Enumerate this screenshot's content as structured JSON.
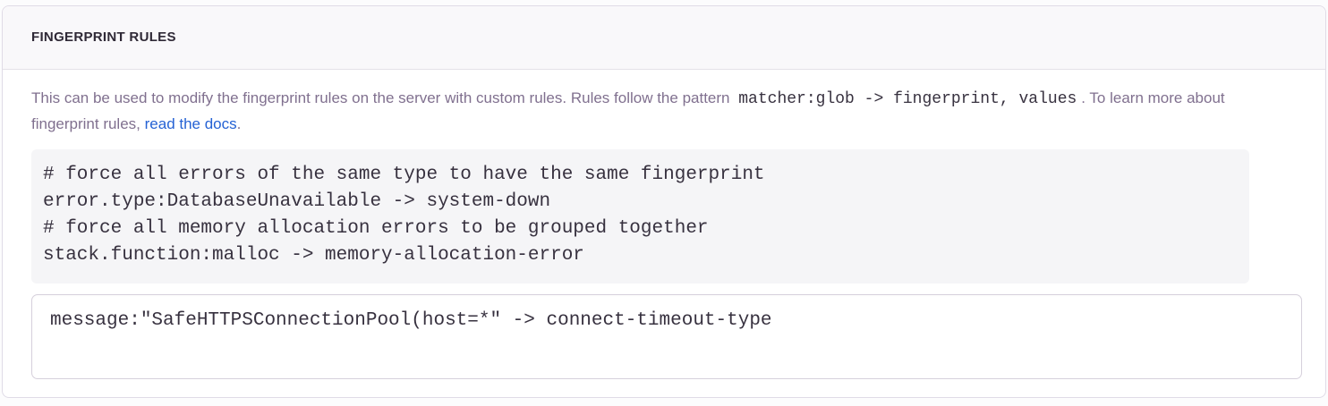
{
  "panel": {
    "title": "FINGERPRINT RULES",
    "description": {
      "text_before_code": "This can be used to modify the fingerprint rules on the server with custom rules. Rules follow the pattern",
      "inline_code": "matcher:glob -> fingerprint, values",
      "text_after_code": ". To learn more about fingerprint rules,",
      "link_text": "read the docs",
      "period": "."
    },
    "example_code": "# force all errors of the same type to have the same fingerprint\nerror.type:DatabaseUnavailable -> system-down\n# force all memory allocation errors to be grouped together\nstack.function:malloc -> memory-allocation-error",
    "rules_field": {
      "value": "message:\"SafeHTTPSConnectionPool(host=*\" -> connect-timeout-type"
    },
    "colors": {
      "link_blue": "#2562d4",
      "heading_text": "#2f2936",
      "body_text": "#80708f",
      "code_text": "#37313f",
      "code_background": "#f5f5f7",
      "header_background": "#f9f8fa",
      "panel_border": "#e0dce7"
    }
  }
}
